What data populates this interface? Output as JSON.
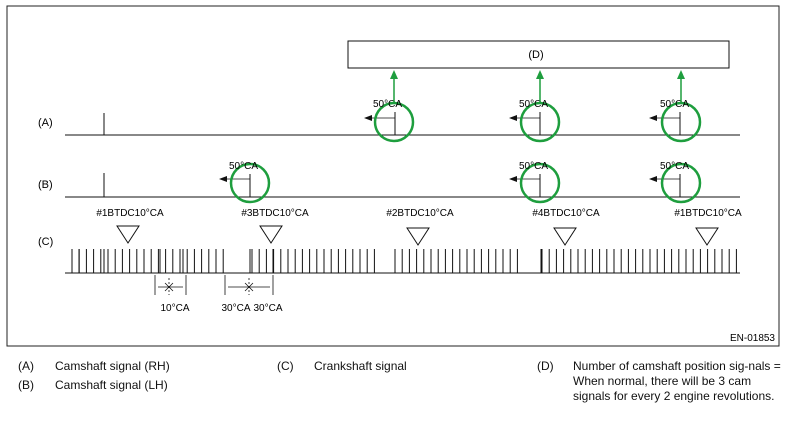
{
  "figure": {
    "box_d_label": "(D)",
    "row_labels": [
      "(A)",
      "(B)",
      "(C)"
    ],
    "angle_label": "50°CA",
    "tdc_labels": [
      "#1BTDC10°CA",
      "#3BTDC10°CA",
      "#2BTDC10°CA",
      "#4BTDC10°CA",
      "#1BTDC10°CA"
    ],
    "dim_labels": [
      "10°CA",
      "30°CA",
      "30°CA"
    ],
    "figure_id": "EN-01853",
    "highlight_color": "#1e9e3e",
    "line_color": "#111111"
  },
  "legend": [
    {
      "key": "(A)",
      "text": "Camshaft signal (RH)"
    },
    {
      "key": "(B)",
      "text": "Camshaft signal (LH)"
    },
    {
      "key": "(C)",
      "text": "Crankshaft signal"
    },
    {
      "key": "(D)",
      "text": "Number of camshaft position sig-nals = When normal, there will be 3 cam signals for every 2 engine revolutions."
    }
  ]
}
